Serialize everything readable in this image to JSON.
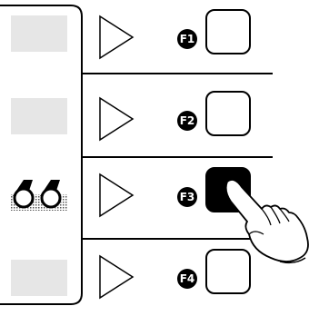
{
  "rows": [
    {
      "label": "F1",
      "active": false,
      "thumb_icon": "blank-thumbnail"
    },
    {
      "label": "F2",
      "active": false,
      "thumb_icon": "blank-thumbnail"
    },
    {
      "label": "F3",
      "active": true,
      "thumb_icon": "binoculars-icon"
    },
    {
      "label": "F4",
      "active": false,
      "thumb_icon": "blank-thumbnail"
    }
  ],
  "colors": {
    "line": "#000000",
    "thumb": "#e6e6e6",
    "active_fill": "#000000"
  }
}
